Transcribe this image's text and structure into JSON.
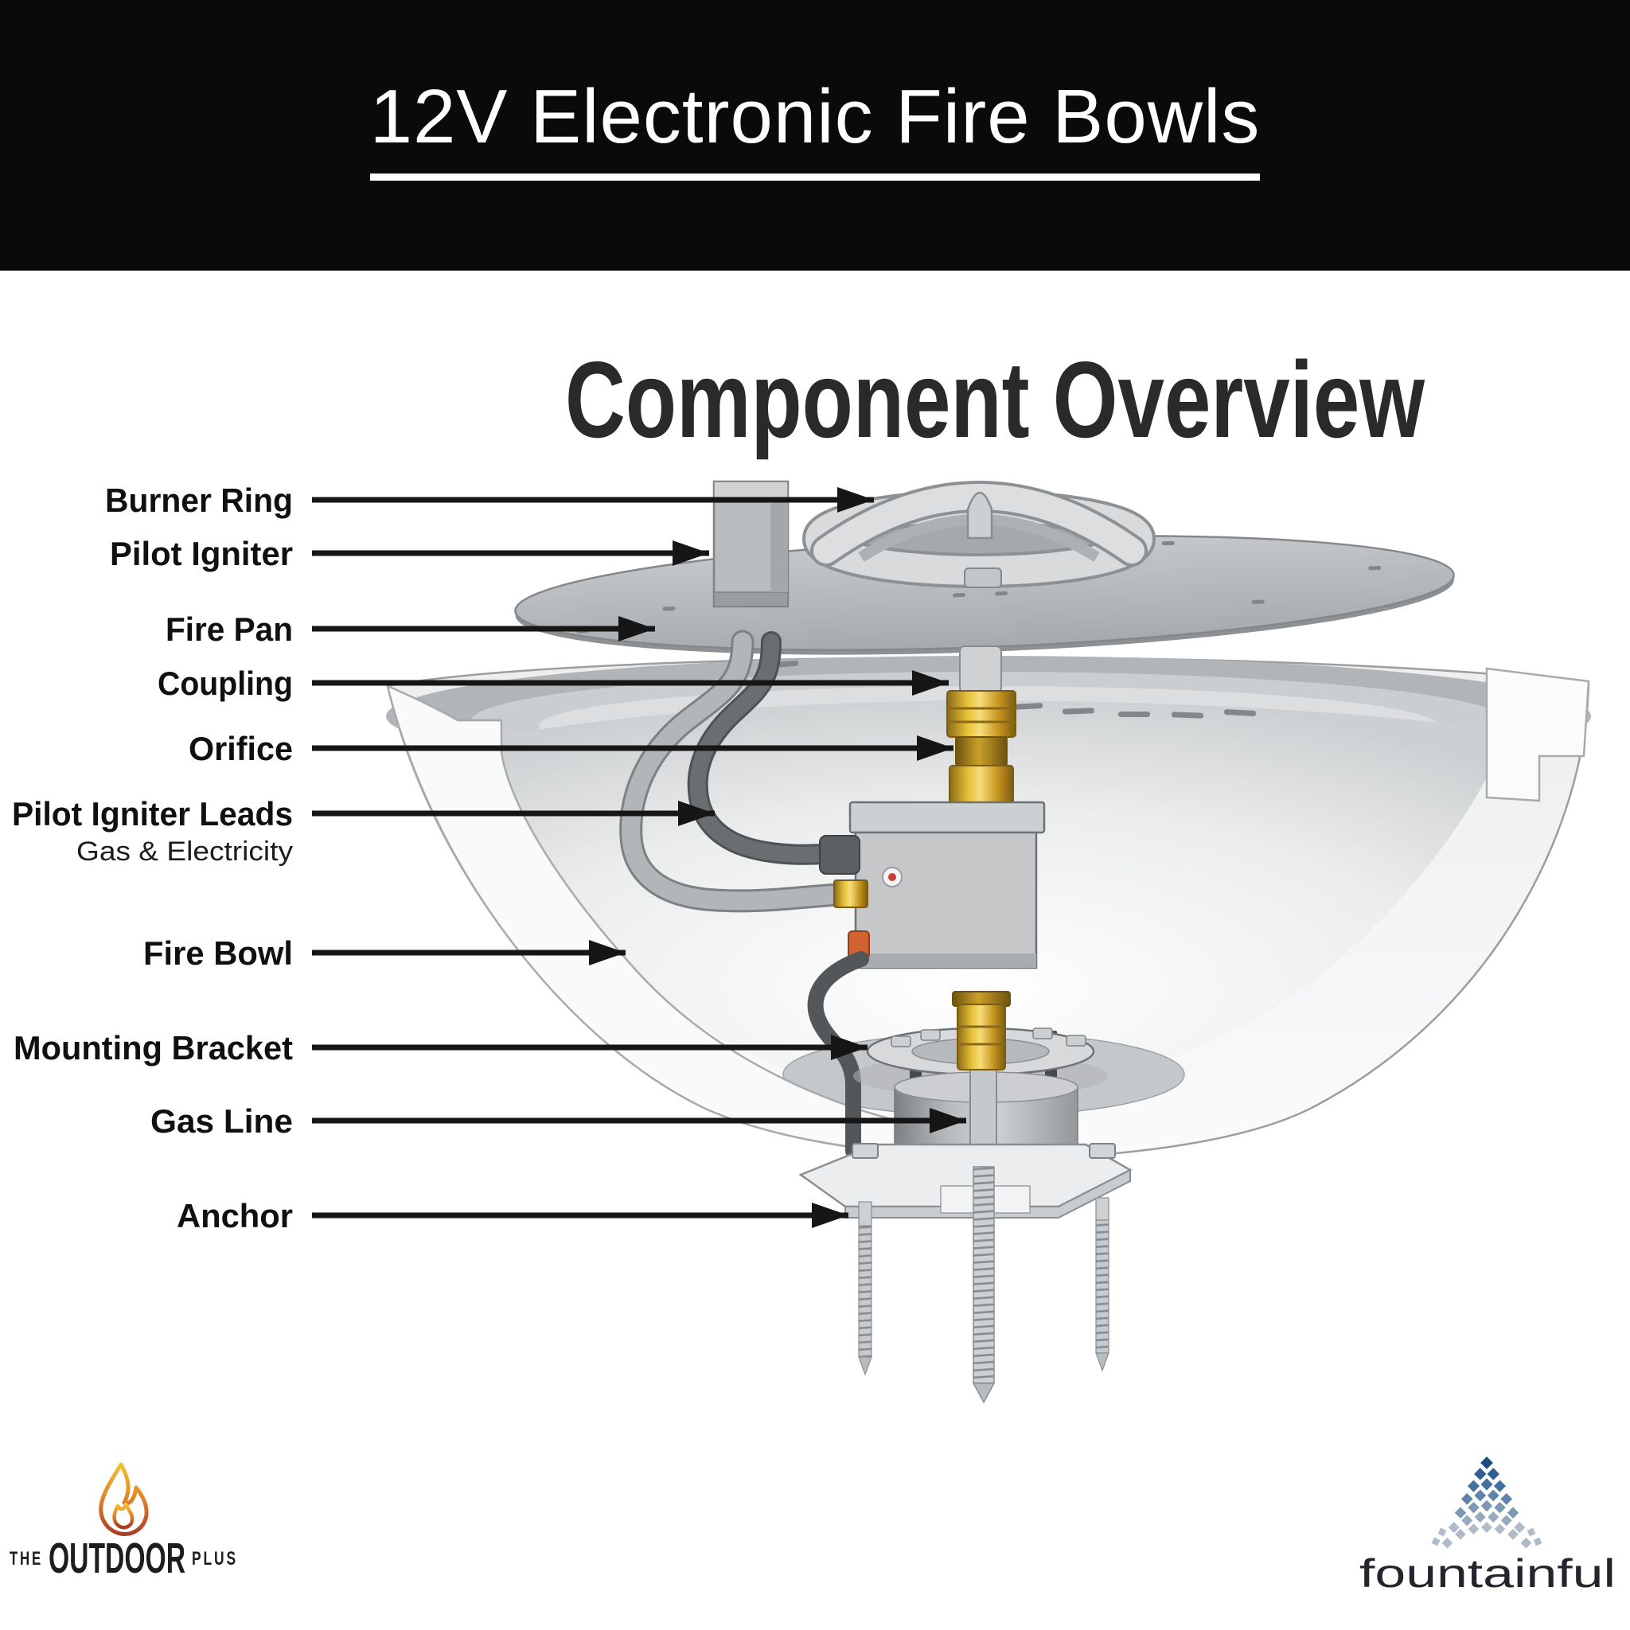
{
  "header": {
    "title": "12V Electronic Fire Bowls"
  },
  "diagram": {
    "title": "Component Overview",
    "labels": [
      {
        "id": "burner-ring",
        "text": "Burner Ring"
      },
      {
        "id": "pilot-igniter",
        "text": "Pilot Igniter"
      },
      {
        "id": "fire-pan",
        "text": "Fire Pan"
      },
      {
        "id": "coupling",
        "text": "Coupling"
      },
      {
        "id": "orifice",
        "text": "Orifice"
      },
      {
        "id": "pilot-igniter-leads",
        "text": "Pilot Igniter Leads",
        "sub": "Gas & Electricity"
      },
      {
        "id": "fire-bowl",
        "text": "Fire Bowl"
      },
      {
        "id": "mounting-bracket",
        "text": "Mounting Bracket"
      },
      {
        "id": "gas-line",
        "text": "Gas Line"
      },
      {
        "id": "anchor",
        "text": "Anchor"
      }
    ]
  },
  "logos": {
    "outdoor_plus": {
      "the": "THE",
      "outdoor": "OUTDOOR",
      "plus": "PLUS"
    },
    "fountainful": {
      "name": "fountainful",
      "blues": [
        "#1d4c80",
        "#2e5e94",
        "#43719e",
        "#5f83a9",
        "#7d97b4",
        "#97a9bf",
        "#aebbc9"
      ]
    }
  },
  "colors": {
    "header_bg": "#0a0a0a",
    "arrow": "#161616",
    "brass": "#d9a61f",
    "diagram_gray": "#b4b7ba",
    "flame_orange": "#e07a26"
  }
}
